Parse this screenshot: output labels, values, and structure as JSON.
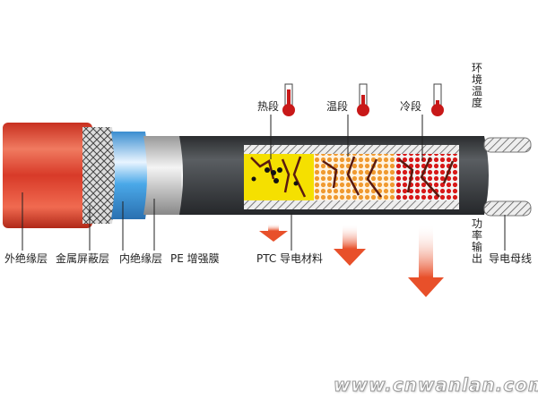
{
  "labels": {
    "outer_insulation": "外绝缘层",
    "metal_shield": "金属屏蔽层",
    "inner_insulation": "内绝缘层",
    "pe_film": "PE 增强膜",
    "ptc_material": "PTC 导电材料",
    "bus_wire": "导电母线",
    "hot_section": "热段",
    "warm_section": "温段",
    "cold_section": "冷段",
    "ambient_temp": "环境温度",
    "power_output": "功率输出"
  },
  "watermark": "www.cnwanlan.com",
  "colors": {
    "outer": "#e0503a",
    "shield": "#888888",
    "inner": "#3a9ee0",
    "pe": "#c8c8c8",
    "body": "#3a3d40",
    "hot": "#f5e000",
    "warm": "#f09a30",
    "cold": "#d81818",
    "arrow": "#e8502a"
  }
}
